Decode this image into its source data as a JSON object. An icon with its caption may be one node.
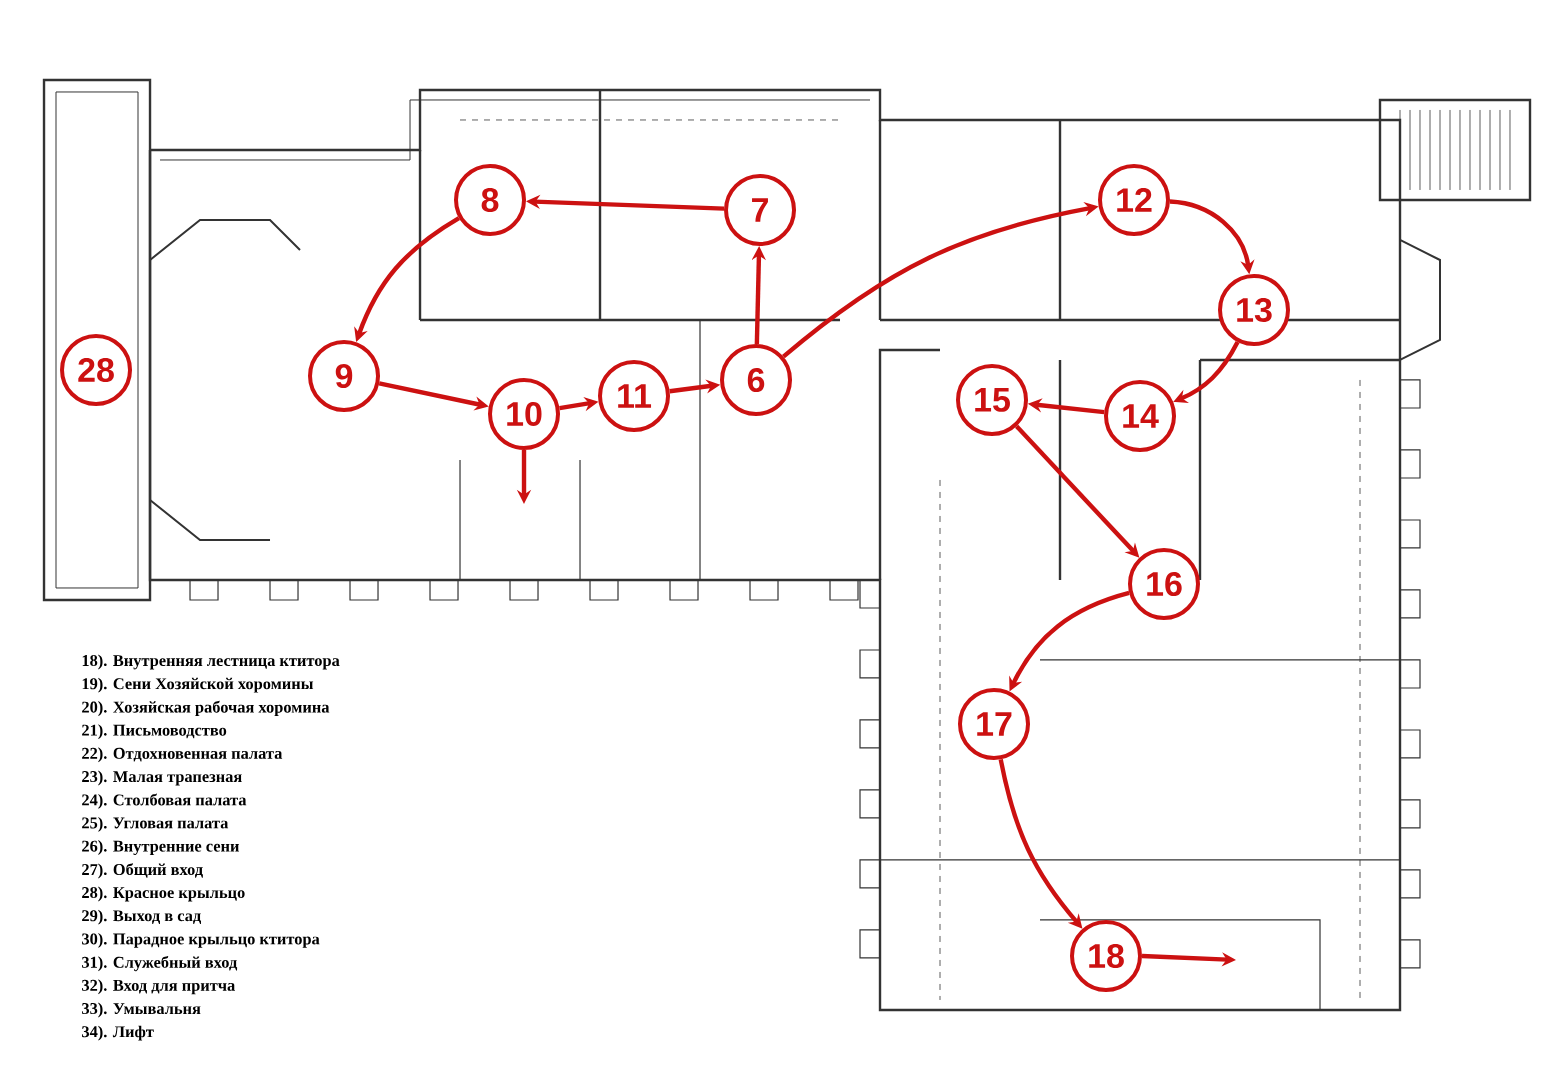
{
  "diagram": {
    "nodes": [
      {
        "text": [
          "8"
        ]
      },
      {
        "text": [
          "7"
        ]
      },
      {
        "text": [
          "12"
        ]
      },
      {
        "text": [
          "28"
        ]
      },
      {
        "text": [
          "13"
        ]
      },
      {
        "text": [
          "9"
        ]
      },
      {
        "text": [
          "6"
        ]
      },
      {
        "text": [
          "11"
        ]
      },
      {
        "text": [
          "15"
        ]
      },
      {
        "text": [
          "10"
        ]
      },
      {
        "text": [
          "14"
        ]
      },
      {
        "text": [
          "16"
        ]
      },
      {
        "text": [
          "17"
        ]
      },
      {
        "text": [
          "18"
        ]
      }
    ],
    "edges": [
      {
        "from": 1,
        "to": 0,
        "arrow": "to"
      },
      {
        "from": 0,
        "to": 5,
        "arrow": "to"
      },
      {
        "from": 5,
        "to": 9,
        "arrow": "to"
      },
      {
        "from": 9,
        "to": 7,
        "arrow": "to"
      },
      {
        "from": 7,
        "to": 6,
        "arrow": "to"
      },
      {
        "from": 6,
        "to": 1,
        "arrow": "to"
      },
      {
        "from": 6,
        "to": 2,
        "arrow": "to"
      },
      {
        "from": 2,
        "to": 4,
        "arrow": "to"
      },
      {
        "from": 4,
        "to": 10,
        "arrow": "to"
      },
      {
        "from": 10,
        "to": 8,
        "arrow": "to"
      },
      {
        "from": 8,
        "to": 11,
        "arrow": "to"
      },
      {
        "from": 11,
        "to": 12,
        "arrow": "to"
      },
      {
        "from": 12,
        "to": 13,
        "arrow": "to"
      },
      {
        "from": 13,
        "to": null,
        "arrow": "to"
      },
      {
        "from": 9,
        "to": null,
        "arrow": "to"
      }
    ],
    "labels": [
      "18). Внутренняя лестница ктитора",
      "19). Сени Хозяйской хоромины",
      "20). Хозяйская рабочая хоромина",
      "21). Письмоводство",
      "22). Отдохновенная палата",
      "23). Малая трапезная",
      "24). Столбовая палата",
      "25). Угловая палата",
      "26). Внутренние сени",
      "27). Общий вход",
      "28). Красное крыльцо",
      "29). Выход в сад",
      "30). Парадное крыльцо ктитора",
      "31). Служебный вход",
      "32). Вход для притча",
      "33). Умывальня",
      "34). Лифт"
    ]
  }
}
